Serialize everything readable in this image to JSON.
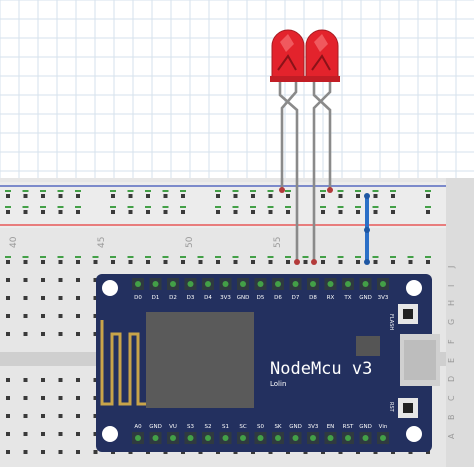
{
  "breadboard": {
    "column_numbers": [
      "40",
      "45",
      "50",
      "55"
    ],
    "row_letters": [
      "J",
      "I",
      "H",
      "G",
      "F",
      "E",
      "D",
      "C",
      "B",
      "A"
    ]
  },
  "board": {
    "name": "NodeMcu v3",
    "maker": "Lolin",
    "top_pins": [
      "D0",
      "D1",
      "D2",
      "D3",
      "D4",
      "3V3",
      "GND",
      "D5",
      "D6",
      "D7",
      "D8",
      "RX",
      "TX",
      "GND",
      "3V3"
    ],
    "bottom_pins": [
      "A0",
      "GND",
      "VU",
      "S3",
      "S2",
      "S1",
      "SC",
      "S0",
      "SK",
      "GND",
      "3V3",
      "EN",
      "RST",
      "GND",
      "Vin"
    ],
    "flash_label": "FLASH",
    "rst_label": "RST"
  },
  "leds": [
    {
      "name": "led-1",
      "color": "#e3232c"
    },
    {
      "name": "led-2",
      "color": "#e3232c"
    }
  ],
  "colors": {
    "grid": "#d6e2ec",
    "breadboard": "#e6e6e6",
    "rail_red": "#e53b3b",
    "rail_blue": "#3a4fb7",
    "board_pcb": "#23305f",
    "wire": "#2b6fc7"
  }
}
